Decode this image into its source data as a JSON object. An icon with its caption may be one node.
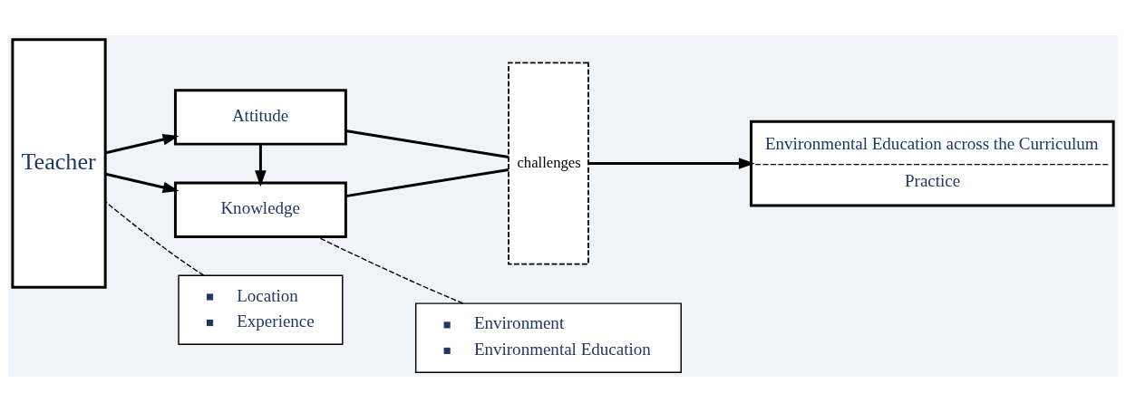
{
  "diagram": {
    "nodes": [
      {
        "text": [
          "Teacher"
        ]
      },
      {
        "text": [
          "Attitude"
        ]
      },
      {
        "text": [
          "Knowledge"
        ]
      },
      {
        "text": [
          "challenges"
        ]
      },
      {
        "text": [
          "Environmental Education across the Curriculum",
          "Practice"
        ]
      },
      {
        "text": [
          "Location",
          "Experience"
        ]
      },
      {
        "text": [
          "Environment",
          "Environmental Education"
        ]
      }
    ],
    "edges": [
      {
        "from": 0,
        "to": 1,
        "arrow": "to"
      },
      {
        "from": 0,
        "to": 2,
        "arrow": "to"
      },
      {
        "from": 1,
        "to": 2,
        "arrow": "to"
      },
      {
        "from": 1,
        "to": 3,
        "arrow": "none"
      },
      {
        "from": 2,
        "to": 3,
        "arrow": "none"
      },
      {
        "from": 3,
        "to": 4,
        "arrow": "to"
      },
      {
        "from": 5,
        "to": 0,
        "arrow": "none",
        "style": "dashed"
      },
      {
        "from": 6,
        "to": 2,
        "arrow": "none",
        "style": "dashed"
      }
    ]
  }
}
